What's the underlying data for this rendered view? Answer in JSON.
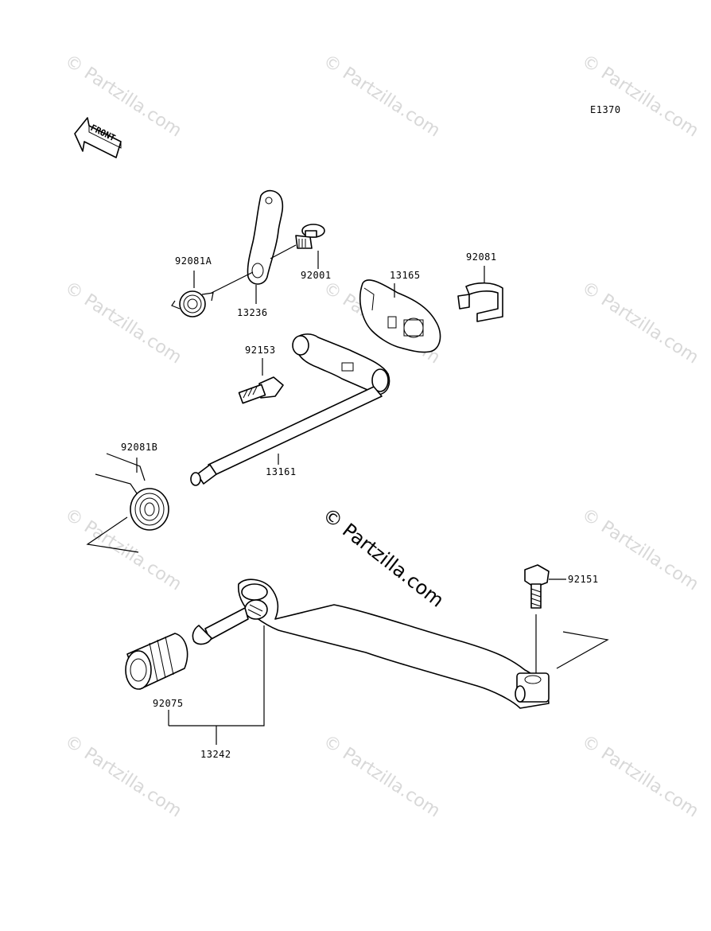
{
  "diagram_code": "E1370",
  "front_arrow_label": "FRONT",
  "watermark_text": "© Partzilla.com",
  "center_watermark": "© Partzilla.com",
  "parts": [
    {
      "id": "p92081A",
      "number": "92081A"
    },
    {
      "id": "p92001",
      "number": "92001"
    },
    {
      "id": "p13236",
      "number": "13236"
    },
    {
      "id": "p13165",
      "number": "13165"
    },
    {
      "id": "p92081",
      "number": "92081"
    },
    {
      "id": "p92153",
      "number": "92153"
    },
    {
      "id": "p13161",
      "number": "13161"
    },
    {
      "id": "p92081B",
      "number": "92081B"
    },
    {
      "id": "p92151",
      "number": "92151"
    },
    {
      "id": "p92075",
      "number": "92075"
    },
    {
      "id": "p13242",
      "number": "13242"
    }
  ]
}
